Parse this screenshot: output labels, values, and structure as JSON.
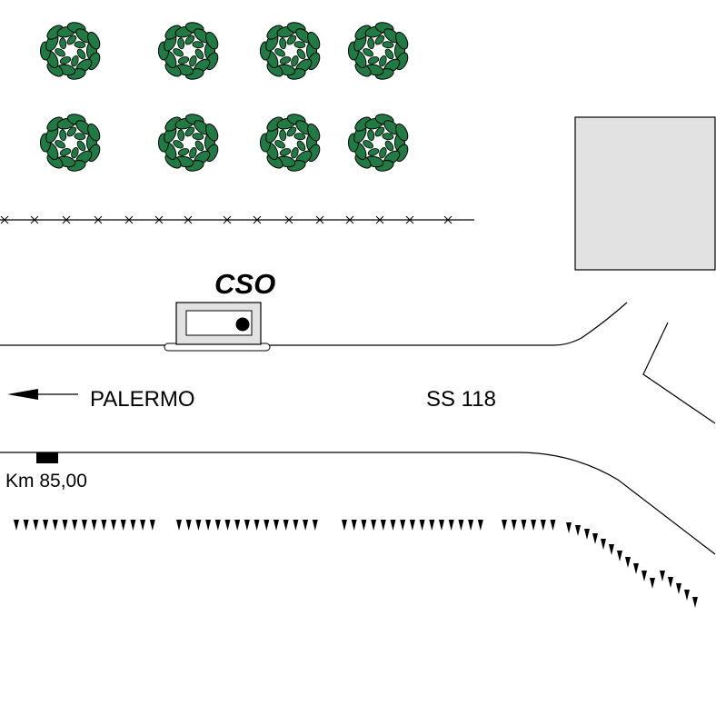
{
  "station": {
    "label": "CSO"
  },
  "direction": {
    "label": "PALERMO"
  },
  "road": {
    "label": "SS 118"
  },
  "milestone": {
    "label": "Km 85,00"
  },
  "colors": {
    "tree_fill": "#1f7a44",
    "tree_outline": "#000000",
    "building_fill": "#e2e2e2",
    "line": "#000000"
  },
  "icons": {
    "tree": "tree-icon",
    "arrow": "arrow-left-icon",
    "milestone": "milestone-marker-icon"
  }
}
